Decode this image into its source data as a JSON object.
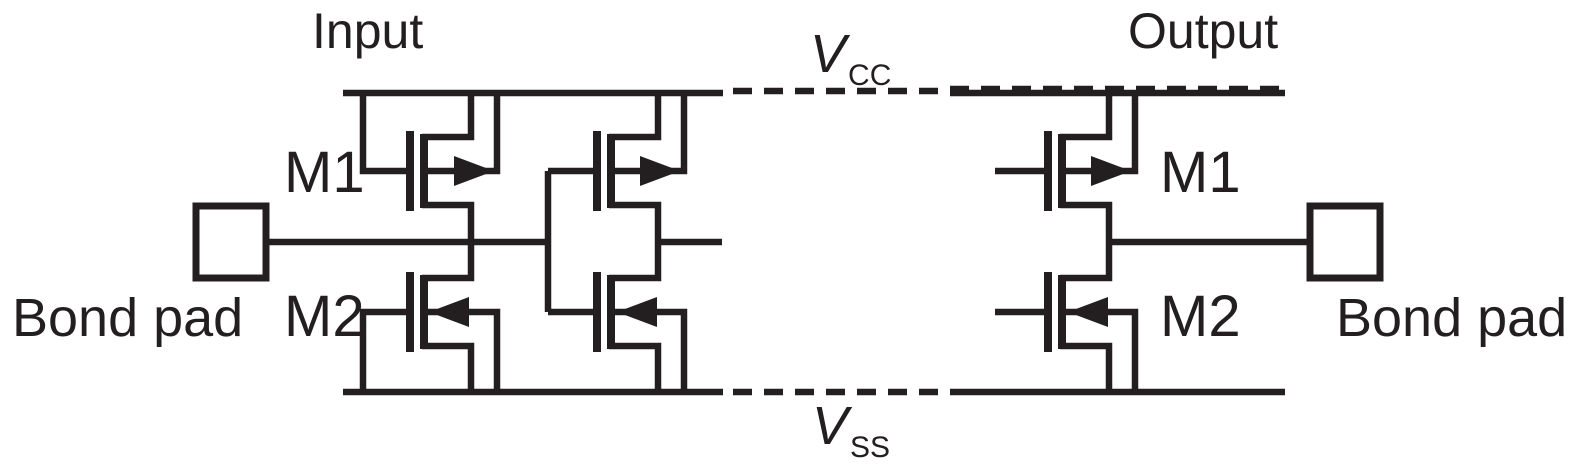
{
  "figure": {
    "type": "circuit-schematic",
    "description": "CMOS input/output ESD protection circuit between two bond pads"
  },
  "colors": {
    "ink": "#231f20",
    "background": "#ffffff"
  },
  "input_section": {
    "title": "Input",
    "bond_pad_label": "Bond pad",
    "m1_label": "M1",
    "m2_label": "M2"
  },
  "output_section": {
    "title": "Output",
    "bond_pad_label": "Bond pad",
    "m1_label": "M1",
    "m2_label": "M2"
  },
  "rails": {
    "vcc": {
      "symbol": "V",
      "subscript": "CC"
    },
    "vss": {
      "symbol": "V",
      "subscript": "SS"
    }
  }
}
